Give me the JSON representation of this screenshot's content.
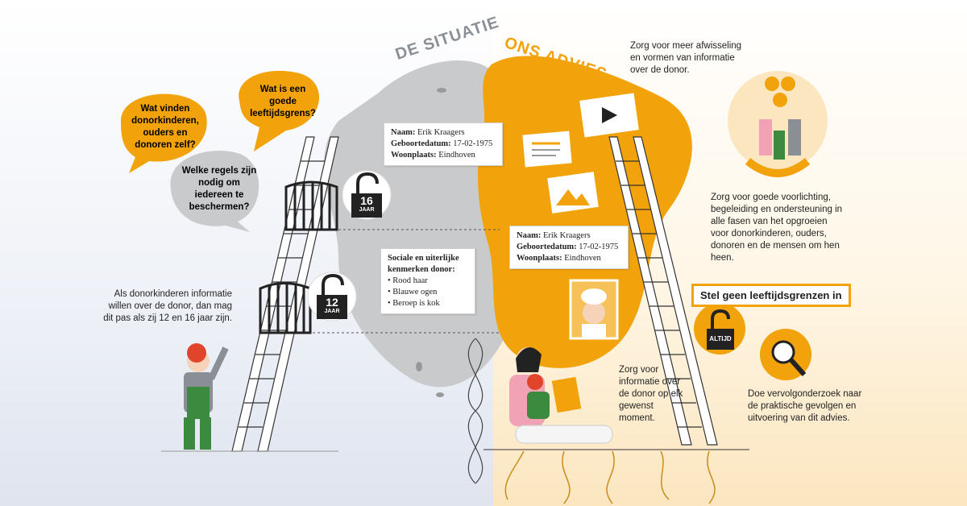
{
  "titles": {
    "left": "DE SITUATIE",
    "right": "ONS ADVIES"
  },
  "bubbles": {
    "orange1": "Wat vinden donorkinderen, ouders en donoren zelf?",
    "orange2": "Wat is een goede leeftijdsgrens?",
    "grey1": "Welke regels zijn nodig om iedereen te beschermen?"
  },
  "left_text": "Als donorkinderen informatie willen over de donor, dan mag dit pas als zij 12 en 16 jaar zijn.",
  "locks": {
    "lock16": {
      "number": "16",
      "unit": "JAAR"
    },
    "lock12": {
      "number": "12",
      "unit": "JAAR"
    },
    "altijd": "ALTIJD"
  },
  "card1": {
    "naam_label": "Naam:",
    "naam": "Erik Kraagers",
    "geb_label": "Geboortedatum:",
    "geb": "17-02-1975",
    "woon_label": "Woonplaats:",
    "woon": "Eindhoven"
  },
  "card2": {
    "naam_label": "Naam:",
    "naam": "Erik Kraagers",
    "geb_label": "Geboortedatum:",
    "geb": "17-02-1975",
    "woon_label": "Woonplaats:",
    "woon": "Eindhoven"
  },
  "card3": {
    "heading": "Sociale en uiterlijke kenmerken donor:",
    "items": [
      "• Rood haar",
      "• Blauwe ogen",
      "• Beroep is kok"
    ]
  },
  "right_texts": {
    "afwisseling": "Zorg voor meer afwisseling en vormen van informatie over de donor.",
    "voorlichting": "Zorg voor goede voorlichting, begeleiding en ondersteuning in alle fasen van het opgroeien voor donorkinderen, ouders, donoren en de mensen om hen heen.",
    "leeftijd": "Stel geen leeftijdsgrenzen in",
    "informatie": "Zorg voor informatie over de donor op elk gewenst moment.",
    "onderzoek": "Doe vervolgonderzoek naar de praktische gevolgen en uitvoering van dit advies."
  },
  "colors": {
    "orange": "#f2a20a",
    "grey": "#c9cacc",
    "dark": "#2b2b2b",
    "green": "#3c8a3f",
    "red": "#e0452b"
  }
}
